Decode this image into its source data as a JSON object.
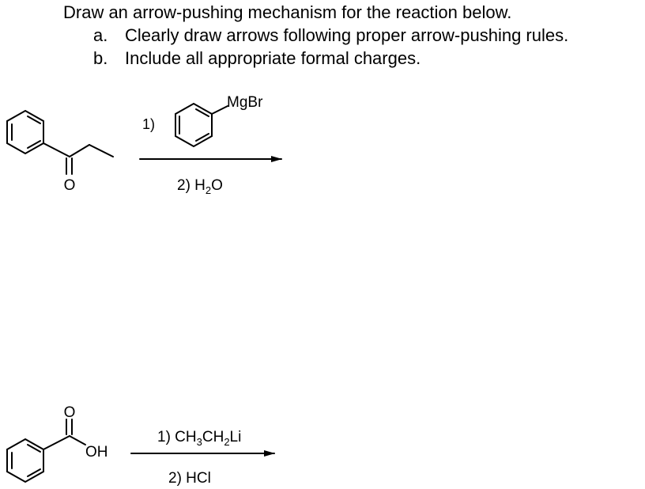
{
  "question": {
    "title": "Draw an arrow-pushing mechanism for the reaction below.",
    "items": [
      {
        "label": "a.",
        "text": "Clearly draw arrows following proper arrow-pushing rules."
      },
      {
        "label": "b.",
        "text": "Include all appropriate formal charges."
      }
    ]
  },
  "reaction1": {
    "reactant_oxygen": "O",
    "step1_label": "1)",
    "reagent1_group": "MgBr",
    "step2_prefix": "2) H",
    "step2_sub": "2",
    "step2_suffix": "O"
  },
  "reaction2": {
    "reactant_oxygen": "O",
    "reactant_hydroxyl": "OH",
    "step1_prefix": "1) CH",
    "step1_sub1": "3",
    "step1_mid": "CH",
    "step1_sub2": "2",
    "step1_suffix": "Li",
    "step2": "2) HCl"
  }
}
